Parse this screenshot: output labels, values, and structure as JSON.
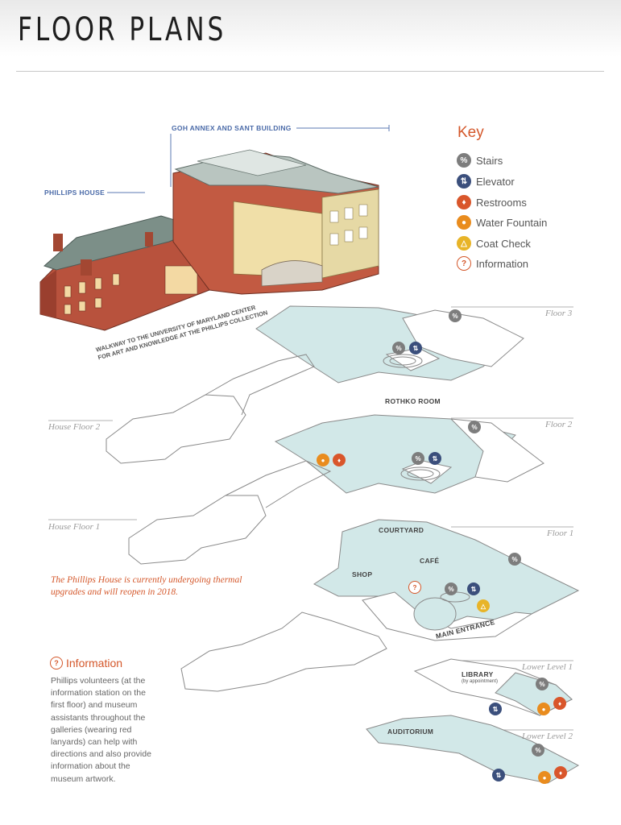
{
  "page_title": "FLOOR PLANS",
  "building_labels": {
    "goh_annex": "GOH ANNEX AND SANT BUILDING",
    "phillips_house": "PHILLIPS HOUSE",
    "walkway_line1": "WALKWAY TO THE UNIVERSITY OF MARYLAND CENTER",
    "walkway_line2": "FOR ART AND KNOWLEDGE AT THE PHILLIPS COLLECTION"
  },
  "key": {
    "title": "Key",
    "items": [
      {
        "label": "Stairs",
        "icon": "stairs-icon",
        "color": "#7d7d7d"
      },
      {
        "label": "Elevator",
        "icon": "elevator-icon",
        "color": "#3b4f7c"
      },
      {
        "label": "Restrooms",
        "icon": "restrooms-icon",
        "color": "#d9562b"
      },
      {
        "label": "Water Fountain",
        "icon": "water-fountain-icon",
        "color": "#e98c1e"
      },
      {
        "label": "Coat Check",
        "icon": "coat-check-icon",
        "color": "#e8b428"
      },
      {
        "label": "Information",
        "icon": "information-icon",
        "color": "#d4572a"
      }
    ]
  },
  "floors": {
    "floor3": "Floor 3",
    "floor2": "Floor 2",
    "floor1": "Floor 1",
    "house_floor2": "House Floor 2",
    "house_floor1": "House Floor 1",
    "lower1": "Lower Level 1",
    "lower2": "Lower Level 2"
  },
  "rooms": {
    "rothko": "ROTHKO ROOM",
    "courtyard": "COURTYARD",
    "cafe": "CAFÉ",
    "shop": "SHOP",
    "main_entrance": "MAIN ENTRANCE",
    "library": "LIBRARY",
    "library_note": "(by appointment)",
    "auditorium": "AUDITORIUM"
  },
  "notice": "The Phillips House is currently undergoing thermal upgrades and will reopen in 2018.",
  "information_section": {
    "heading": "Information",
    "body": "Phillips volunteers (at the information station on the first floor) and museum assistants throughout the galleries (wearing red lanyards) can help with directions and also provide information about the museum artwork."
  },
  "colors": {
    "accent": "#d4572a",
    "floor_fill": "#d2e8e8",
    "outline": "#8a8a8a"
  }
}
